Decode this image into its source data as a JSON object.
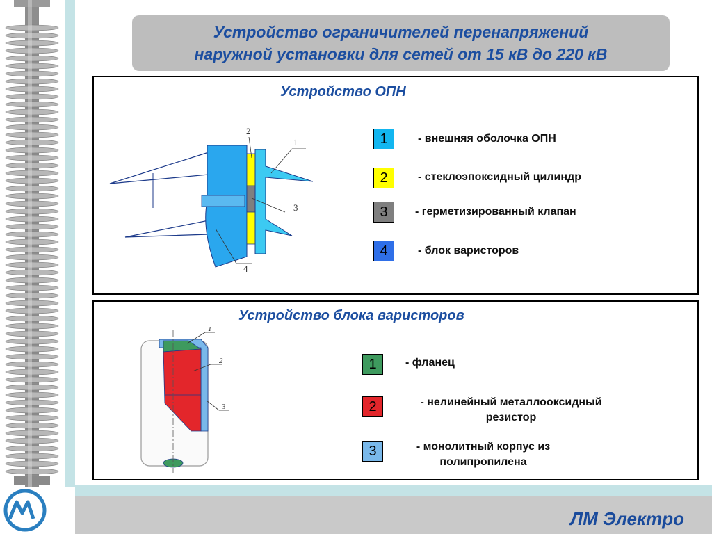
{
  "title": {
    "line1": "Устройство ограничителей перенапряжений",
    "line2": "наружной установки для сетей от 15 кВ до 220 кВ"
  },
  "section1": {
    "title": "Устройство ОПН",
    "callouts": [
      "1",
      "2",
      "3",
      "4"
    ],
    "legend": [
      {
        "num": "1",
        "text": "- внешняя оболочка ОПН",
        "color": "#12b6f0"
      },
      {
        "num": "2",
        "text": "- стеклоэпоксидный цилиндр",
        "color": "#ffff00"
      },
      {
        "num": "3",
        "text": "- герметизированный клапан",
        "color": "#7f7f7f"
      },
      {
        "num": "4",
        "text": "- блок варисторов",
        "color": "#2f6fe8"
      }
    ]
  },
  "section2": {
    "title": "Устройство блока варисторов",
    "callouts": [
      "1",
      "2",
      "3"
    ],
    "legend": [
      {
        "num": "1",
        "text": "- фланец",
        "color": "#3e9a5e"
      },
      {
        "num": "2",
        "line1": "- нелинейный металлооксидный",
        "line2": "резистор",
        "color": "#e3262b"
      },
      {
        "num": "3",
        "line1": "- монолитный корпус из",
        "line2": "полипропилена",
        "color": "#79b8ea"
      }
    ]
  },
  "footer": {
    "brand": "ЛМ Электро"
  },
  "colors": {
    "title_text": "#1c4ea0",
    "title_box": "#bdbdbd",
    "accent_strip": "#c4e3e6",
    "footer": "#c9c9c9"
  }
}
